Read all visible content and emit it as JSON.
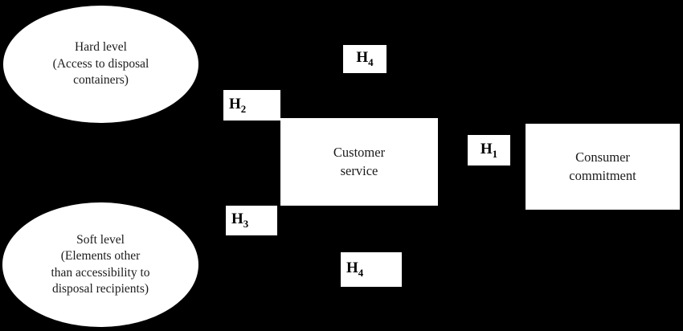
{
  "diagram": {
    "nodes": {
      "hard_level": {
        "line1": "Hard level",
        "line2": "(Access to disposal",
        "line3": "containers)"
      },
      "soft_level": {
        "line1": "Soft level",
        "line2": "(Elements other",
        "line3": "than accessibility to",
        "line4": "disposal recipients)"
      },
      "customer_service": {
        "line1": "Customer",
        "line2": "service"
      },
      "consumer_commitment": {
        "line1": "Consumer",
        "line2": "commitment"
      }
    },
    "hypotheses": {
      "h1": {
        "base": "H",
        "sub": "1"
      },
      "h2": {
        "base": "H",
        "sub": "2"
      },
      "h3": {
        "base": "H",
        "sub": "3"
      },
      "h4_top": {
        "base": "H",
        "sub": "4"
      },
      "h4_bottom": {
        "base": "H",
        "sub": "4"
      }
    },
    "colors": {
      "background": "#000000",
      "node_fill": "#ffffff",
      "text": "#000000"
    }
  }
}
